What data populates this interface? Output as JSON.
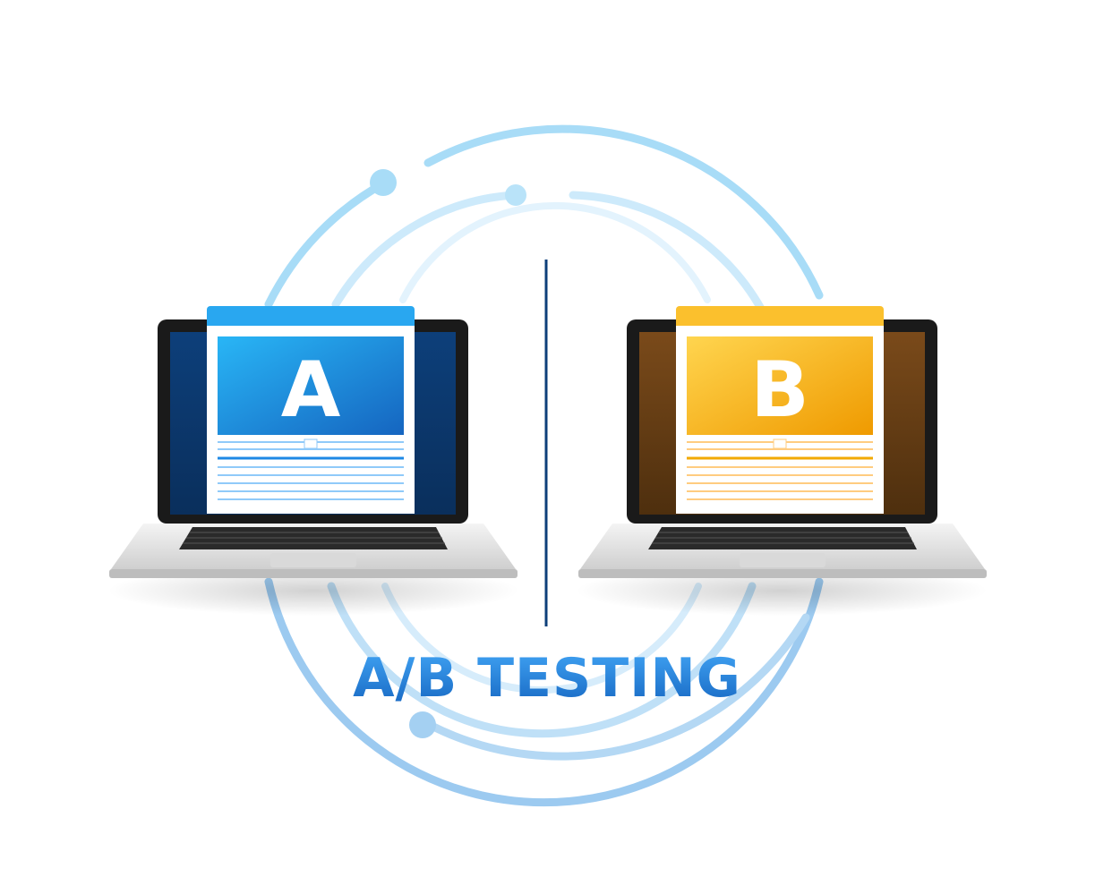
{
  "headline": "A/B TESTING",
  "variants": [
    {
      "letter": "A",
      "accent": "#1e88e5",
      "accent_light": "#29b6f6",
      "screen_dark": "#0d3f7a",
      "line_color": "#90caf9"
    },
    {
      "letter": "B",
      "accent": "#f2a900",
      "accent_light": "#ffd54f",
      "screen_dark": "#5d3a12",
      "line_color": "#ffcc80"
    }
  ],
  "colors": {
    "headline": "#1e88e5",
    "ring": "#9fd8f5",
    "divider": "#0d3f7a",
    "laptop_body": "#e6e6e6",
    "bezel": "#1a1a1a"
  },
  "icons": {
    "laptop_left": "laptop-icon",
    "laptop_right": "laptop-icon",
    "orbit": "circular-arrows-icon"
  }
}
